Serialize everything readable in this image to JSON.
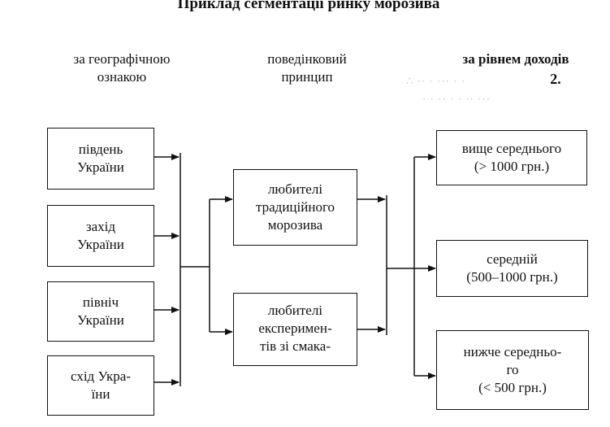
{
  "title": "Приклад сегментації ринку морозива",
  "columns": {
    "geo": "за географічною\nознакою",
    "behavior": "поведінковий\nпринцип",
    "income": "за рівнем доходів"
  },
  "geo_boxes": [
    "південь\nУкраїни",
    "захід\nУкраїни",
    "північ\nУкраїни",
    "схід Укра-\nїни"
  ],
  "behavior_boxes": [
    "любителі\nтрадиційного\nморозива",
    "любителі\nексперимен-\nтів зі смака-"
  ],
  "income_boxes": [
    "вище середнього\n(> 1000 грн.)",
    "середній\n(500–1000 грн.)",
    "нижче середньо-\nго\n(< 500 грн.)"
  ],
  "margin_note": "2."
}
